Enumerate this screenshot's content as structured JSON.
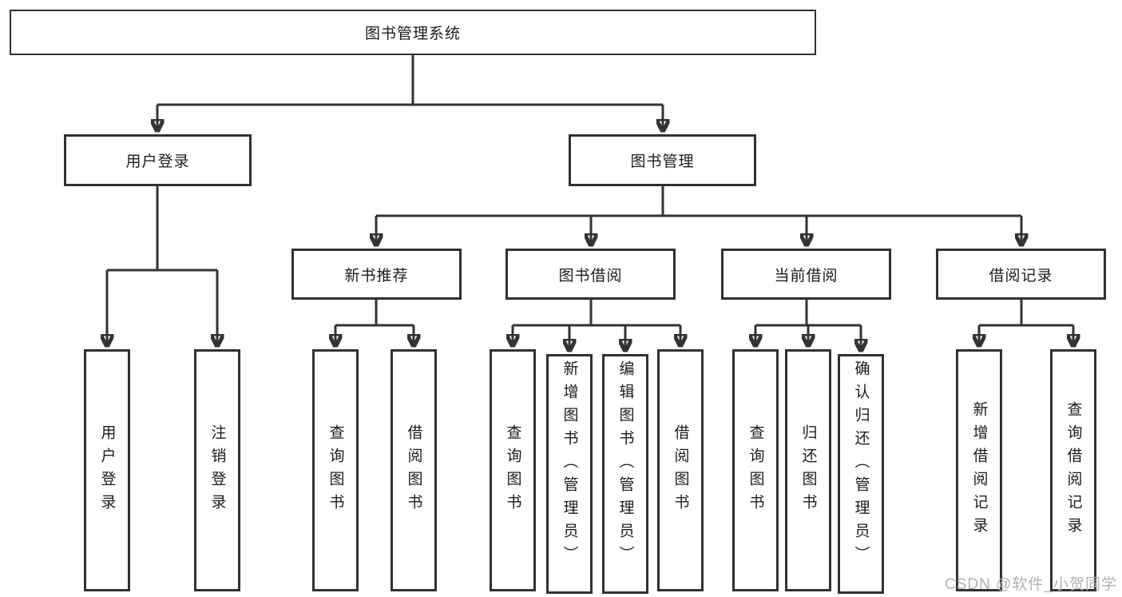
{
  "diagram": {
    "root": {
      "label": "图书管理系统"
    },
    "branches": [
      {
        "label": "用户登录",
        "children": [
          {
            "label": "用户登录"
          },
          {
            "label": "注销登录"
          }
        ]
      },
      {
        "label": "图书管理",
        "children": [
          {
            "label": "新书推荐",
            "children": [
              {
                "label": "查询图书"
              },
              {
                "label": "借阅图书"
              }
            ]
          },
          {
            "label": "图书借阅",
            "children": [
              {
                "label": "查询图书"
              },
              {
                "label": "新增图书（管理员）"
              },
              {
                "label": "编辑图书（管理员）"
              },
              {
                "label": "借阅图书"
              }
            ]
          },
          {
            "label": "当前借阅",
            "children": [
              {
                "label": "查询图书"
              },
              {
                "label": "归还图书"
              },
              {
                "label": "确认归还（管理员）"
              }
            ]
          },
          {
            "label": "借阅记录",
            "children": [
              {
                "label": "新增借阅记录"
              },
              {
                "label": "查询借阅记录"
              }
            ]
          }
        ]
      }
    ]
  },
  "watermark": {
    "text": "CSDN @软件_小贺同学"
  },
  "colors": {
    "line": "#333333",
    "border": "#313131",
    "text": "#1c1c1c",
    "watermark": "#aeb1b6",
    "background": "#ffffff"
  }
}
